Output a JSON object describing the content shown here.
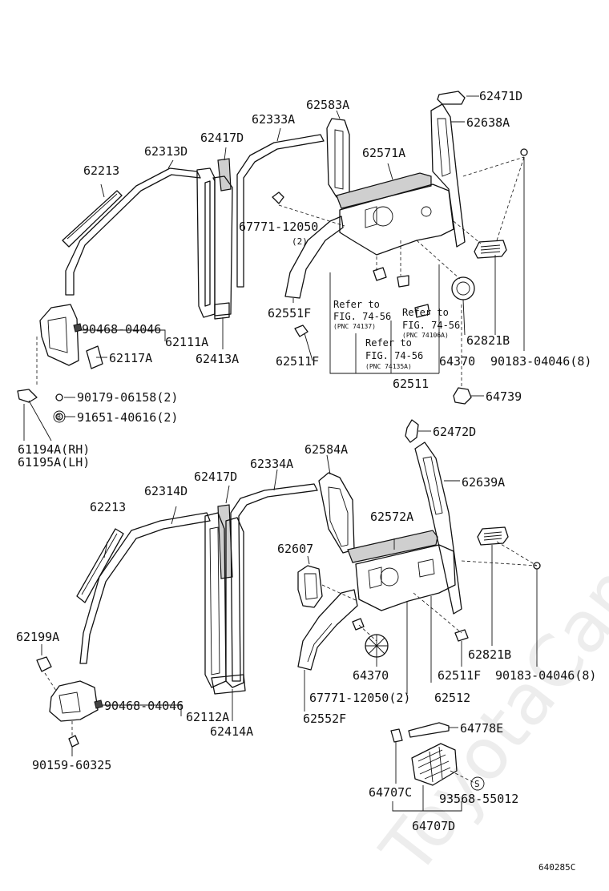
{
  "watermark": "ToyotaCamry.ru",
  "figure_code": "640285C",
  "upper": {
    "labels": {
      "p62471D": "62471D",
      "p62638A": "62638A",
      "p62583A": "62583A",
      "p62333A": "62333A",
      "p62417D": "62417D",
      "p62313D": "62313D",
      "p62213": "62213",
      "p62571A": "62571A",
      "p67771": "67771-12050",
      "p67771_qty": "(2)",
      "p90468": "90468-04046",
      "p62111A": "62111A",
      "p62117A": "62117A",
      "p62413A": "62413A",
      "p62551F": "62551F",
      "p62511F": "62511F",
      "p62821B": "62821B",
      "p64370": "64370",
      "p90183": "90183-04046(8)",
      "p62511": "62511",
      "p64739": "64739",
      "p90179": "90179-06158(2)",
      "p91651": "91651-40616(2)",
      "p61194": "61194A(RH)",
      "p61195": "61195A(LH)",
      "symbol_b": "B"
    },
    "refs": [
      {
        "line1": "Refer to",
        "line2": "FIG. 74-56",
        "line3": "(PNC 74137)"
      },
      {
        "line1": "Refer to",
        "line2": "FIG. 74-56",
        "line3": "(PNC 74106A)"
      },
      {
        "line1": "Refer to",
        "line2": "FIG. 74-56",
        "line3": "(PNC 74135A)"
      }
    ]
  },
  "lower": {
    "labels": {
      "p62472D": "62472D",
      "p62584A": "62584A",
      "p62417D": "62417D",
      "p62334A": "62334A",
      "p62639A": "62639A",
      "p62314D": "62314D",
      "p62213": "62213",
      "p62572A": "62572A",
      "p62607": "62607",
      "p62199A": "62199A",
      "p62821B": "62821B",
      "p64370": "64370",
      "p62511F": "62511F",
      "p90183": "90183-04046(8)",
      "p90468": "90468-04046",
      "p62112A": "62112A",
      "p62414A": "62414A",
      "p67771": "67771-12050(2)",
      "p62512": "62512",
      "p62552F": "62552F",
      "p64778E": "64778E",
      "p90159": "90159-60325",
      "p64707C": "64707C",
      "p93568": "93568-55012",
      "p64707D": "64707D",
      "symbol_s": "S"
    }
  }
}
